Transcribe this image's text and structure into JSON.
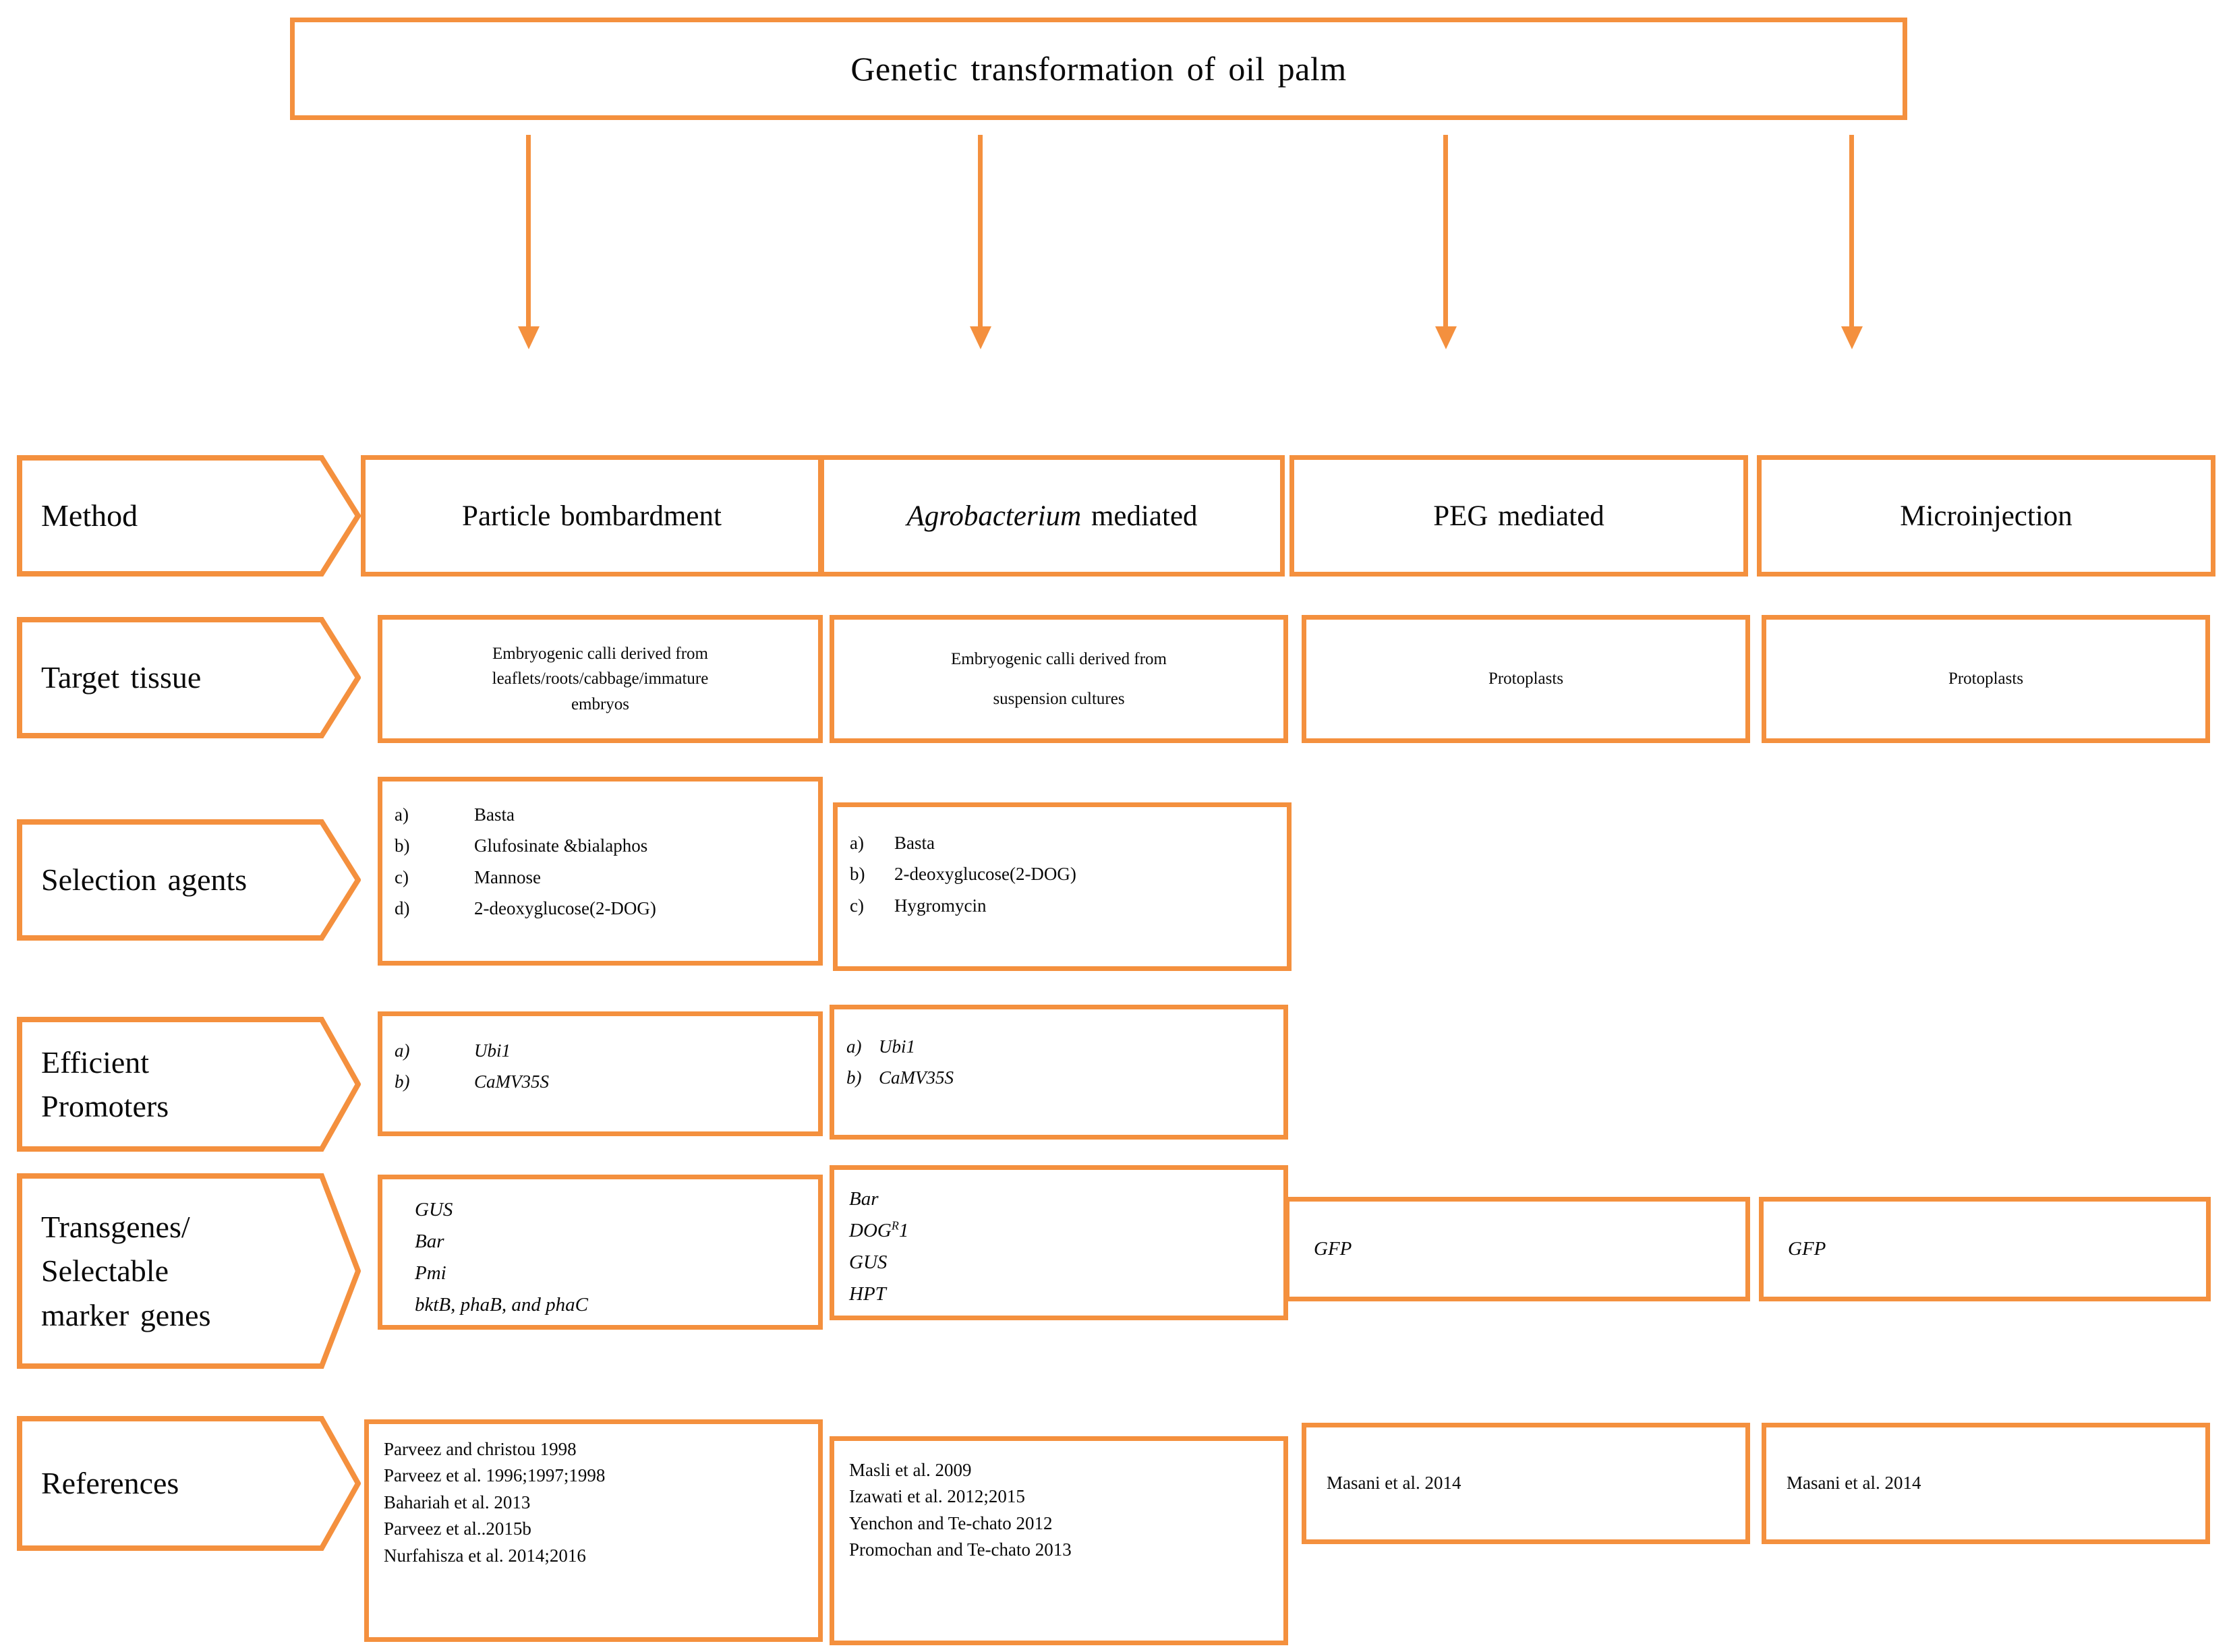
{
  "title": "Genetic transformation of oil palm",
  "accent_color": "#F4903E",
  "row_labels": {
    "method": "Method",
    "target_tissue": "Target  tissue",
    "selection_agents": "Selection  agents",
    "efficient_promoters_l1": "Efficient",
    "efficient_promoters_l2": "Promoters",
    "transgenes_l1": "Transgenes/",
    "transgenes_l2": "Selectable",
    "transgenes_l3": "marker  genes",
    "references": "References"
  },
  "methods": {
    "c1": "Particle  bombardment",
    "c2_italic": "Agrobacterium",
    "c2_rest": " mediated",
    "c3": "PEG mediated",
    "c4": "Microinjection"
  },
  "target_tissue": {
    "c1_l1": "Embryogenic calli derived from",
    "c1_l2": "leaflets/roots/cabbage/immature",
    "c1_l3": "embryos",
    "c2_l1": "Embryogenic calli derived from",
    "c2_l2": "suspension cultures",
    "c3": "Protoplasts",
    "c4": "Protoplasts"
  },
  "selection_agents": {
    "c1": [
      {
        "mark": "a)",
        "text": "Basta"
      },
      {
        "mark": "b)",
        "text": "Glufosinate &bialaphos"
      },
      {
        "mark": "c)",
        "text": "Mannose"
      },
      {
        "mark": "d)",
        "text": "2-deoxyglucose(2-DOG)"
      }
    ],
    "c2": [
      {
        "mark": "a)",
        "text": "Basta"
      },
      {
        "mark": "b)",
        "text": "2-deoxyglucose(2-DOG)"
      },
      {
        "mark": "c)",
        "text": " Hygromycin"
      }
    ]
  },
  "efficient_promoters": {
    "c1": [
      {
        "mark": "a)",
        "text": "Ubi1"
      },
      {
        "mark": "b)",
        "text": "CaMV35S"
      }
    ],
    "c2": [
      {
        "mark": "a)",
        "text": "Ubi1"
      },
      {
        "mark": "b)",
        "text": "CaMV35S"
      }
    ]
  },
  "transgenes": {
    "c1": [
      "GUS",
      "Bar",
      "Pmi",
      "bktB, phaB, and phaC"
    ],
    "c2_items": [
      {
        "text": "Bar",
        "sup": ""
      },
      {
        "text": "DOG",
        "sup": "R",
        "after": "1"
      },
      {
        "text": "GUS",
        "sup": ""
      },
      {
        "text": "HPT",
        "sup": ""
      }
    ],
    "c3": "GFP",
    "c4": "GFP"
  },
  "references": {
    "c1": [
      "Parveez and christou 1998",
      "Parveez et al. 1996;1997;1998",
      "Bahariah et al. 2013",
      "Parveez et al..2015b",
      "Nurfahisza et al. 2014;2016"
    ],
    "c2": [
      "Masli et al. 2009",
      "Izawati et al. 2012;2015",
      "Yenchon and Te-chato 2012",
      "Promochan and Te-chato 2013"
    ],
    "c3": [
      "Masani et al. 2014"
    ],
    "c4": [
      "Masani et al. 2014"
    ]
  }
}
